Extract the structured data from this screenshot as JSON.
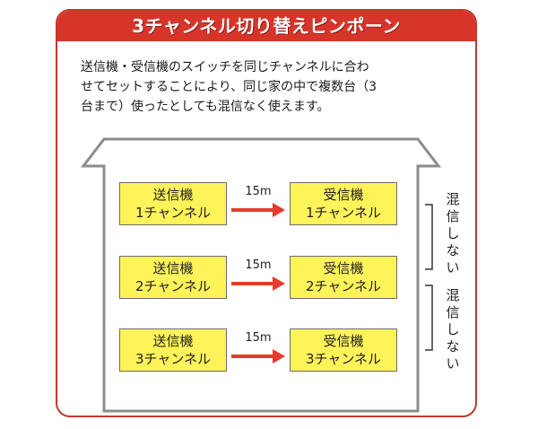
{
  "title": "3チャンネル切り替えピンポーン",
  "description": "送信機・受信機のスイッチを同じチャンネルに合わ\nせてセットすることにより、同じ家の中で複数台（3\n台まで）使ったとしても混信なく使えます。",
  "rows": [
    {
      "sender_l1": "送信機",
      "sender_l2": "1チャンネル",
      "distance": "15m",
      "receiver_l1": "受信機",
      "receiver_l2": "1チャンネル"
    },
    {
      "sender_l1": "送信機",
      "sender_l2": "2チャンネル",
      "distance": "15m",
      "receiver_l1": "受信機",
      "receiver_l2": "2チャンネル"
    },
    {
      "sender_l1": "送信機",
      "sender_l2": "3チャンネル",
      "distance": "15m",
      "receiver_l1": "受信機",
      "receiver_l2": "3チャンネル"
    }
  ],
  "side_labels": [
    {
      "c1": "混",
      "c2": "信",
      "c3": "し",
      "c4": "な",
      "c5": "い"
    },
    {
      "c1": "混",
      "c2": "信",
      "c3": "し",
      "c4": "な",
      "c5": "い"
    }
  ],
  "colors": {
    "title_bar": "#d8352a",
    "box_fill": "#fff35a",
    "arrow": "#e53b2e",
    "house_stroke": "#8c8c8c"
  }
}
